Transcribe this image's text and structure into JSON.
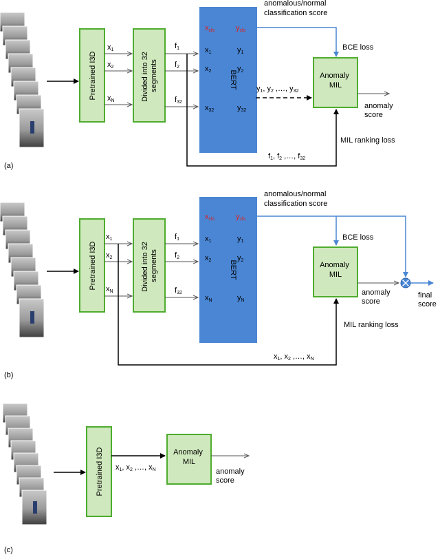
{
  "colors": {
    "green_fill": "#cfe8bd",
    "green_stroke": "#4eac2e",
    "bert_fill": "#4a86d4",
    "blue_line": "#4a86d4",
    "red_text": "#e0201b"
  },
  "panel_a": {
    "label": "(a)",
    "pretrained": "Pretrained I3D",
    "divided_line1": "Divided into 32",
    "divided_line2": "segments",
    "bert": "BERT",
    "anomaly_line1": "Anomaly",
    "anomaly_line2": "MIL",
    "top_label_line1": "anomalous/normal",
    "top_label_line2": "classification score",
    "bce": "BCE loss",
    "mil_rank": "MIL ranking loss",
    "score_line1": "anomaly",
    "score_line2": "score",
    "y_seq": "y1, y2 ,…, y32",
    "f_seq": "f1, f2 ,…, f32"
  },
  "panel_b": {
    "label": "(b)",
    "pretrained": "Pretrained I3D",
    "divided_line1": "Divided into 32",
    "divided_line2": "segments",
    "bert": "BERT",
    "anomaly_line1": "Anomaly",
    "anomaly_line2": "MIL",
    "top_label_line1": "anomalous/normal",
    "top_label_line2": "classification score",
    "bce": "BCE loss",
    "mil_rank": "MIL ranking loss",
    "score_line1": "anomaly",
    "score_line2": "score",
    "final_line1": "final",
    "final_line2": "score",
    "x_seq": "x1, x2 ,…, xN"
  },
  "panel_c": {
    "label": "(c)",
    "pretrained": "Pretrained I3D",
    "anomaly_line1": "Anomaly",
    "anomaly_line2": "MIL",
    "score_line1": "anomaly",
    "score_line2": "score",
    "x_seq": "x1, x2 ,…, xN"
  }
}
